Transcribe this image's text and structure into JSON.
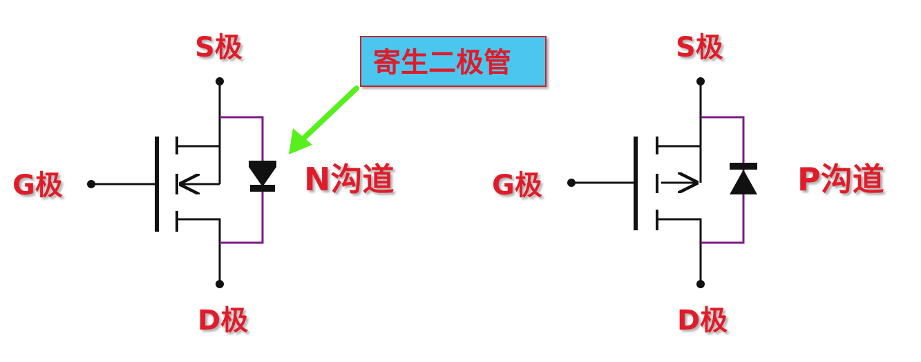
{
  "colors": {
    "label": "#e01b2a",
    "wire": "#111111",
    "body_diode_wire": "#7a1a86",
    "callout_fill": "#4cc6ee",
    "callout_border": "#c8232f",
    "arrow": "#55f01e",
    "background": "#ffffff"
  },
  "callout": {
    "text": "寄生二极管"
  },
  "nmos": {
    "source_label": "S极",
    "gate_label": "G极",
    "drain_label": "D极",
    "channel_label": "N沟道"
  },
  "pmos": {
    "source_label": "S极",
    "gate_label": "G极",
    "drain_label": "D极",
    "channel_label": "P沟道"
  },
  "icons": {
    "diode": "diode-icon",
    "terminal": "terminal-dot-icon",
    "arrow": "arrow-icon"
  }
}
